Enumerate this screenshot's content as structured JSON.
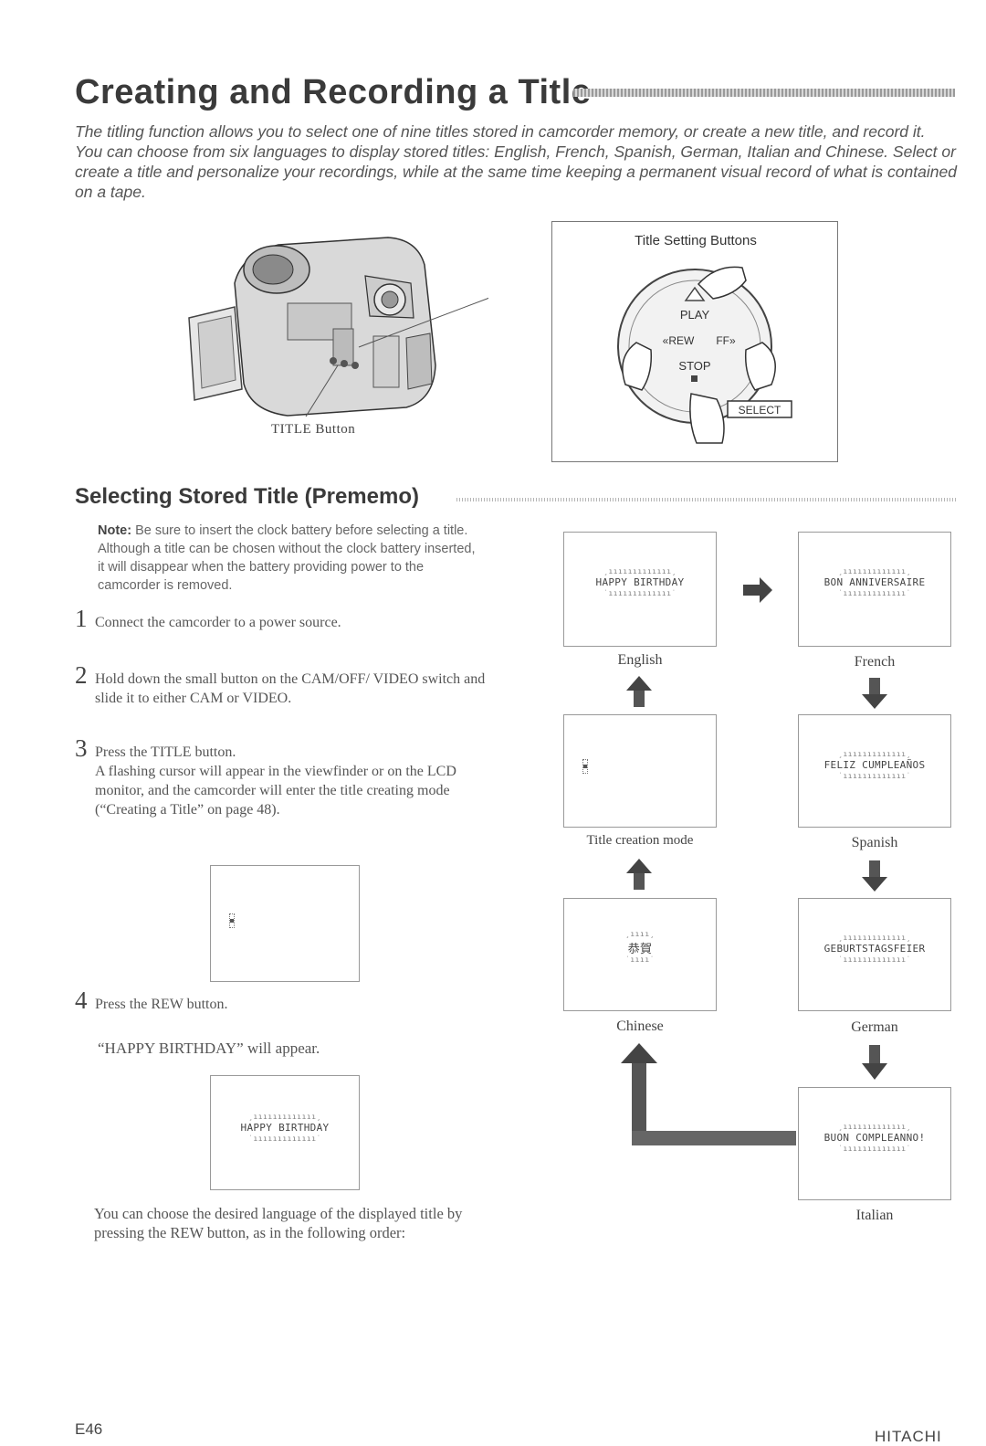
{
  "header": {
    "title": "Creating and Recording a Title",
    "intro": "The titling function allows you to select one of nine titles stored in camcorder memory, or create a new title, and record it.  You can choose from six languages to display stored titles: English, French, Spanish, German, Italian and Chinese.  Select or create a title and personalize your recordings, while at the same time keeping a permanent visual record of what is contained on a tape."
  },
  "figure": {
    "title_button_label": "TITLE Button",
    "buttons_box_heading": "Title Setting Buttons",
    "labels": {
      "play": "PLAY",
      "rew": "«REW",
      "ff": "FF»",
      "stop": "STOP",
      "select": "SELECT"
    }
  },
  "section": {
    "heading": "Selecting Stored Title (Prememo)",
    "note_label": "Note:",
    "note_text": "Be sure to insert the clock battery before selecting a title. Although a title can be chosen without the clock battery inserted, it will disappear when the battery providing power to the camcorder is removed."
  },
  "steps": [
    {
      "num": "1",
      "text": "Connect the camcorder to a power source."
    },
    {
      "num": "2",
      "text": "Hold down the small button on the CAM/OFF/ VIDEO switch and slide it to either CAM or VIDEO."
    },
    {
      "num": "3",
      "text": "Press the TITLE button.",
      "detail": "A flashing cursor will appear in the viewfinder or on the LCD monitor, and the camcorder will enter the title creating mode (“Creating a Title” on page 48)."
    },
    {
      "num": "4",
      "text": "Press the REW button.",
      "detail": "“HAPPY BIRTHDAY” will appear."
    }
  ],
  "closing": "You can choose the desired language of the displayed title by pressing the REW button, as in the following order:",
  "screens": {
    "ticks": "¸ııııııııııııı¸",
    "ticks_bottom": "˙ııııııııııııı˙",
    "english": "HAPPY BIRTHDAY",
    "french": "BON ANNIVERSAIRE",
    "spanish": "FELIZ CUMPLEAÑOS",
    "chinese": "恭賀",
    "german": "GEBURTSTAGSFEIER",
    "italian": "BUON COMPLEANNO!"
  },
  "captions": {
    "english": "English",
    "french": "French",
    "creation": "Title creation mode",
    "spanish": "Spanish",
    "chinese": "Chinese",
    "german": "German",
    "italian": "Italian"
  },
  "footer": {
    "page": "E46",
    "brand": "HITACHI"
  }
}
